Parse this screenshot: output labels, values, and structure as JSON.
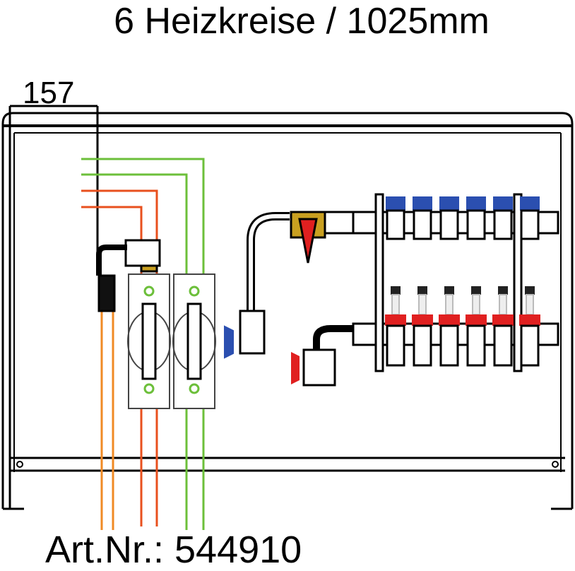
{
  "title": "6 Heizkreise / 1025mm",
  "dimension_label": "157",
  "article_number": "Art.Nr.: 544910",
  "heating_circuits": 6,
  "colors": {
    "supply_valve": "#2b4fb0",
    "return_valve": "#e02020",
    "green_pipe": "#6cbf3a",
    "red_pipe": "#e8501e",
    "orange_pipe": "#f08a24",
    "brass": "#c9a020",
    "outline": "#000000"
  }
}
